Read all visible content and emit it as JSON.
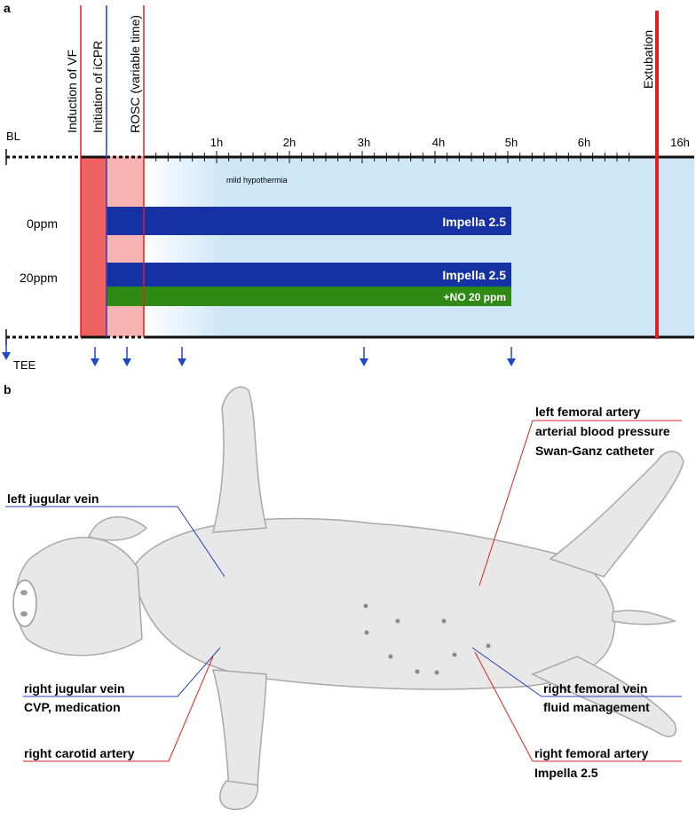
{
  "panel_a": {
    "label": "a",
    "baseline_label": "BL",
    "tee_label": "TEE",
    "hour_labels": [
      "1h",
      "2h",
      "3h",
      "4h",
      "5h",
      "6h",
      "16h"
    ],
    "event_labels": {
      "induction": "Induction of VF",
      "initiation": "Initiation of iCPR",
      "rosc": "ROSC (variable time)",
      "extubation": "Extubation"
    },
    "hypothermia_label": "mild hypothermia",
    "groups": [
      {
        "name": "0ppm",
        "bars": [
          {
            "label": "Impella 2.5",
            "color": "#1631a3"
          }
        ]
      },
      {
        "name": "20ppm",
        "bars": [
          {
            "label": "Impella 2.5",
            "color": "#1631a3"
          },
          {
            "label": "+NO 20 ppm",
            "color": "#2f8a14"
          }
        ]
      }
    ],
    "colors": {
      "vf_phase": "#f06262",
      "cpr_phase": "#f8b3b3",
      "hypothermia": "#cfe6f7",
      "event_line_red": "#e02020",
      "event_line_blue": "#2a3fbf",
      "tee_arrow": "#1f47c8"
    }
  },
  "panel_b": {
    "label": "b",
    "annotations": {
      "left_jugular": "left jugular vein",
      "right_jugular_1": "right jugular vein",
      "right_jugular_2": "CVP, medication",
      "right_carotid": "right carotid artery",
      "left_femoral_1": "left femoral artery",
      "left_femoral_2": "arterial blood pressure",
      "left_femoral_3": "Swan-Ganz catheter",
      "right_femoral_vein_1": "right femoral vein",
      "right_femoral_vein_2": "fluid management",
      "right_femoral_artery_1": "right femoral artery",
      "right_femoral_artery_2": "Impella 2.5"
    }
  }
}
